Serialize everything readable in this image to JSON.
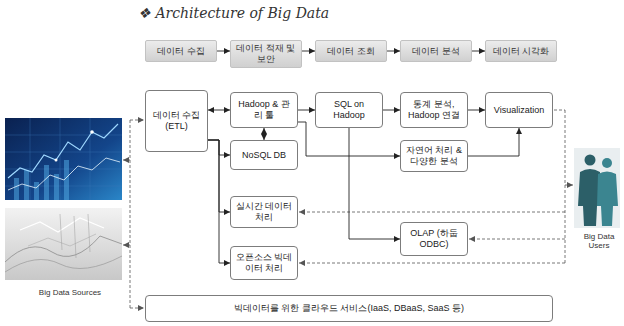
{
  "diagram": {
    "title": "❖ Architecture of Big Data",
    "nodes": [
      {
        "text": [
          "데이터 수집"
        ]
      },
      {
        "text": [
          "데이터 적재 및 보안"
        ]
      },
      {
        "text": [
          "데이터 조회"
        ]
      },
      {
        "text": [
          "데이터 분석"
        ]
      },
      {
        "text": [
          "데이터 시각화"
        ]
      },
      {
        "text": [
          "데이터 수집 (ETL)"
        ]
      },
      {
        "text": [
          "Hadoop & 관리 툴"
        ]
      },
      {
        "text": [
          "SQL on Hadoop"
        ]
      },
      {
        "text": [
          "통계 분석, Hadoop 연결"
        ]
      },
      {
        "text": [
          "Visualization"
        ]
      },
      {
        "text": [
          "NoSQL DB"
        ]
      },
      {
        "text": [
          "자연어 처리 & 다양한 분석"
        ]
      },
      {
        "text": [
          "실시간 데이터 처리"
        ]
      },
      {
        "text": [
          "OLAP (하둡 ODBC)"
        ]
      },
      {
        "text": [
          "오픈소스 빅데이터 처리"
        ]
      },
      {
        "text": [
          "빅데이터를 위한 클라우드 서비스(IaaS, DBaaS, SaaS 등)"
        ]
      }
    ],
    "edges": [
      {
        "from": 0,
        "to": 1,
        "arrow": "to"
      },
      {
        "from": 1,
        "to": 2,
        "arrow": "to"
      },
      {
        "from": 2,
        "to": 3,
        "arrow": "to"
      },
      {
        "from": 3,
        "to": 4,
        "arrow": "to"
      },
      {
        "from": 5,
        "to": 6,
        "arrow": "both"
      },
      {
        "from": 6,
        "to": 7,
        "arrow": "to"
      },
      {
        "from": 7,
        "to": 8,
        "arrow": "to"
      },
      {
        "from": 8,
        "to": 9,
        "arrow": "to"
      },
      {
        "from": 6,
        "to": 10,
        "arrow": "both"
      },
      {
        "from": 5,
        "to": 10,
        "arrow": "to"
      },
      {
        "from": 5,
        "to": 12,
        "arrow": "to"
      },
      {
        "from": 5,
        "to": 14,
        "arrow": "to"
      },
      {
        "from": 6,
        "to": 11,
        "arrow": "to"
      },
      {
        "from": 11,
        "to": 9,
        "arrow": "to"
      },
      {
        "from": 7,
        "to": 13,
        "arrow": "to"
      }
    ],
    "labels": [
      "Big Data Sources",
      "Big Data Users"
    ]
  }
}
